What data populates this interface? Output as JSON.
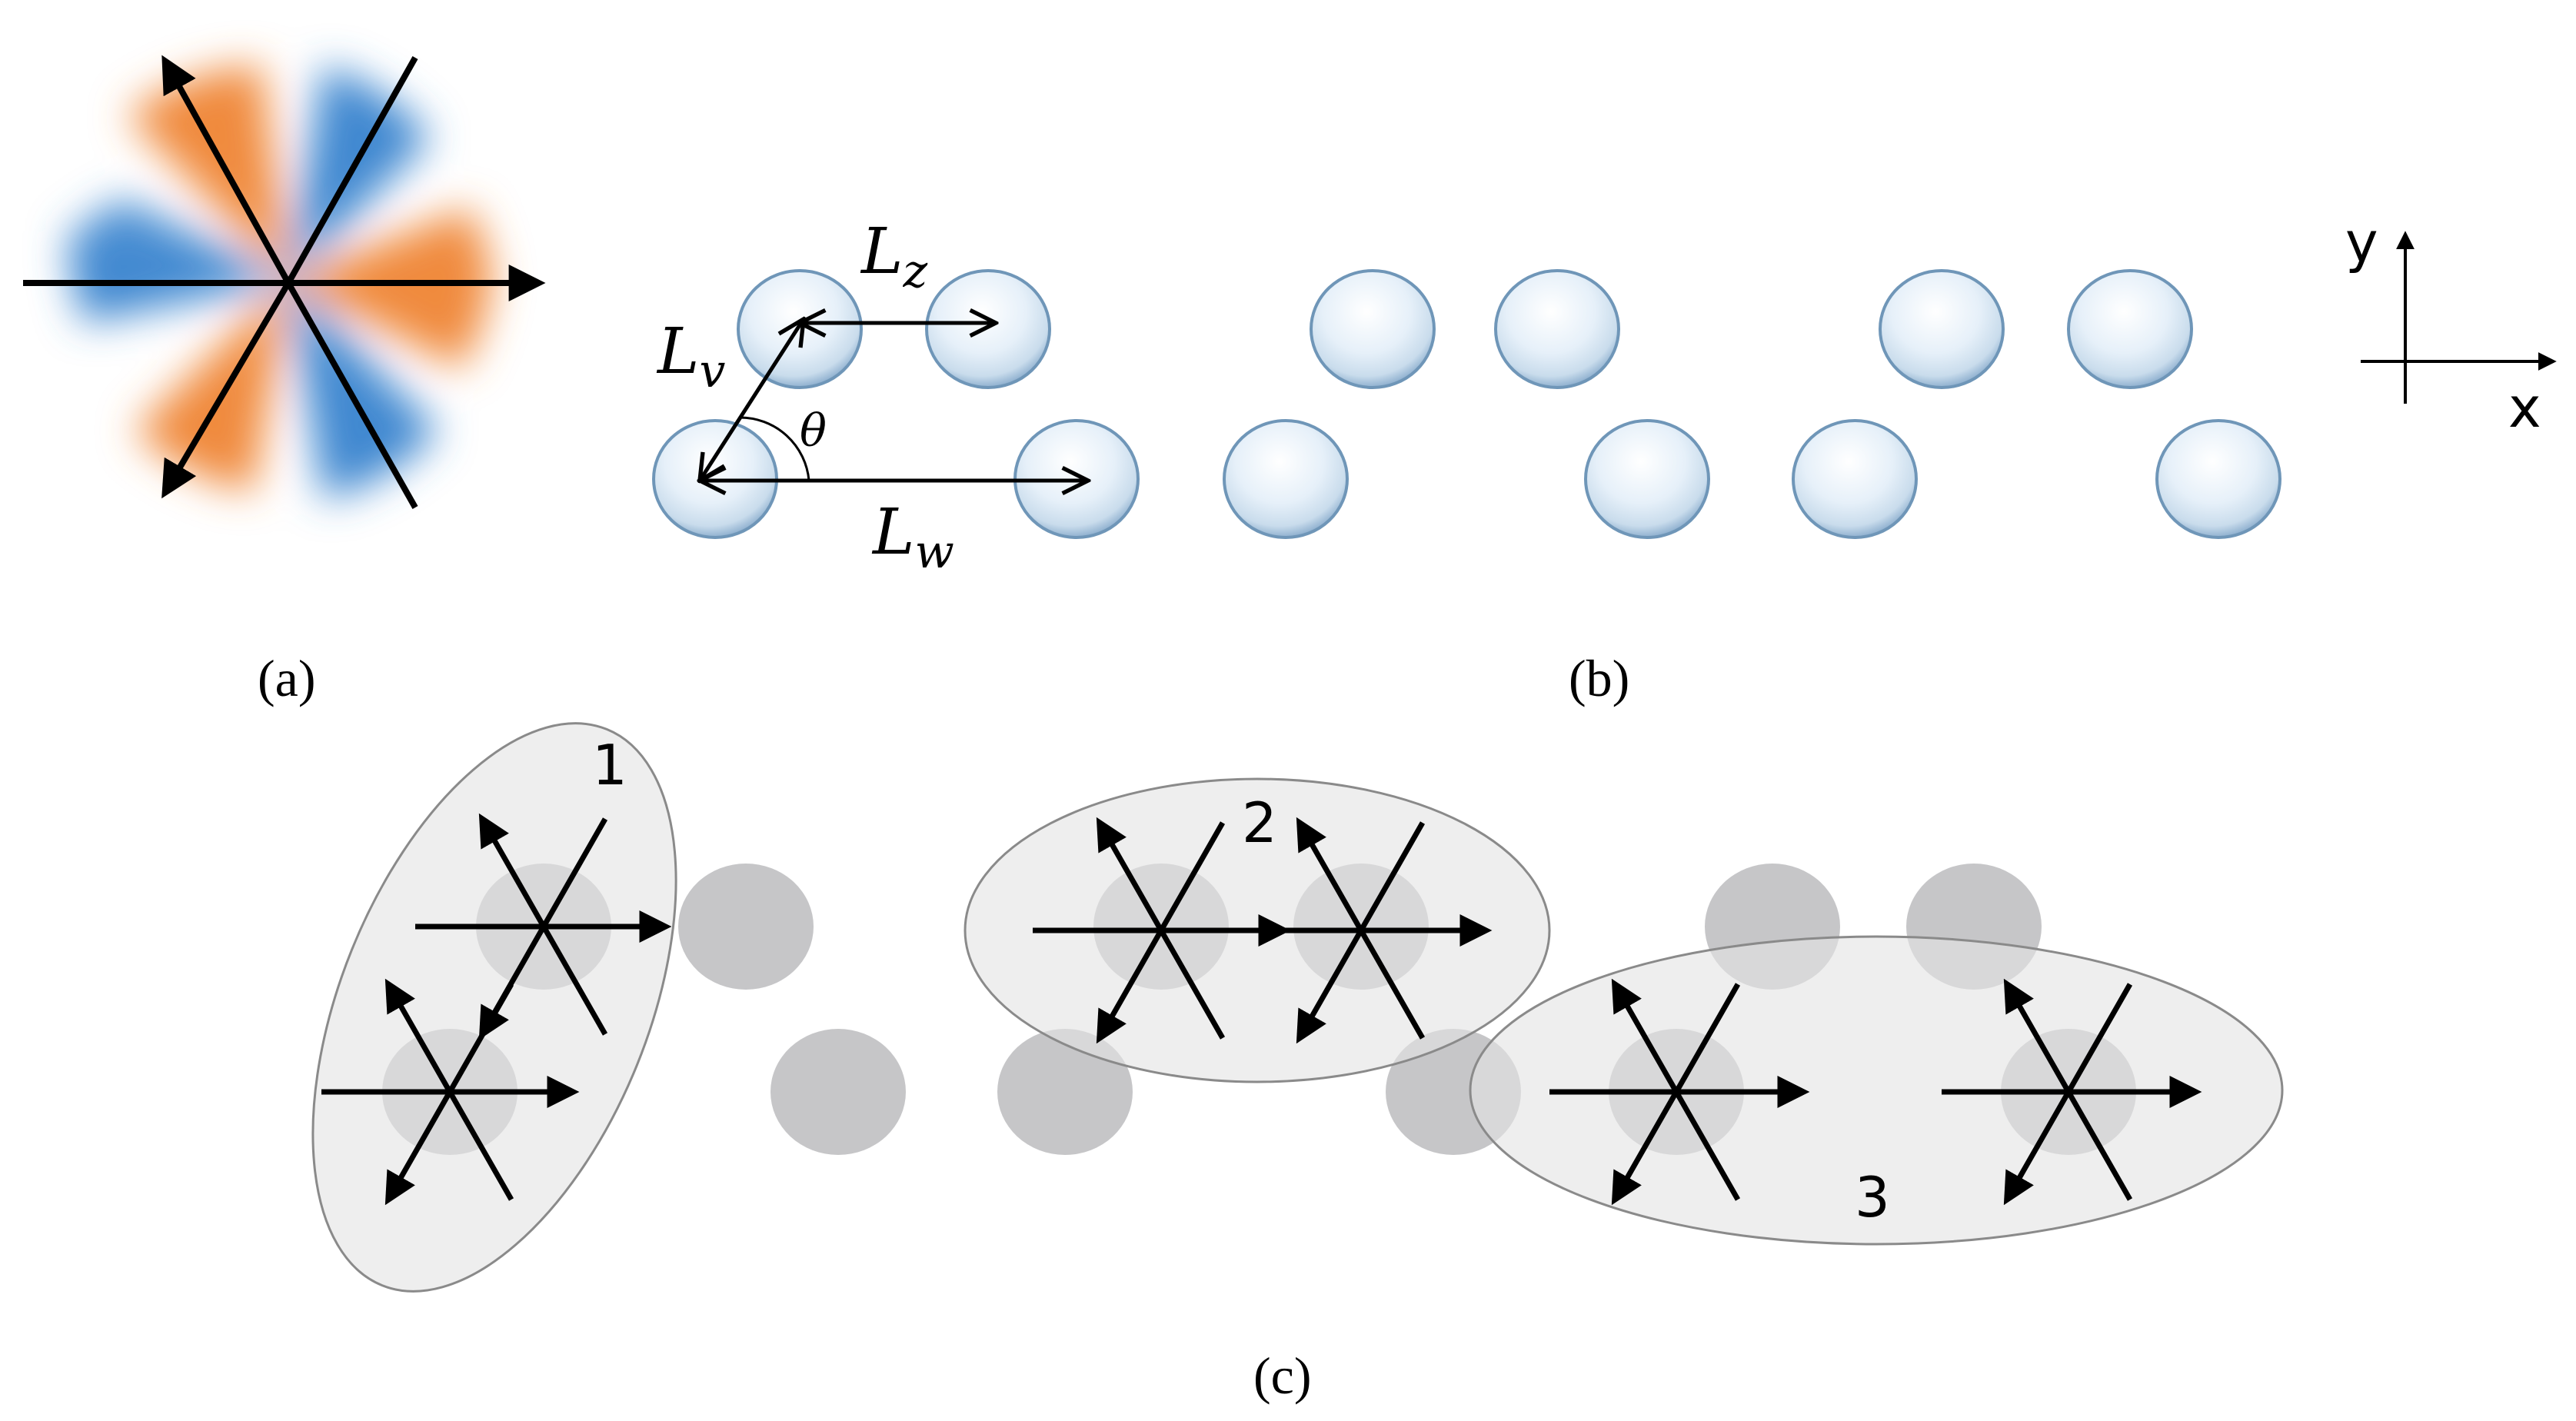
{
  "panels": {
    "a": {
      "label": "(a)"
    },
    "b": {
      "label": "(b)",
      "lz": {
        "main": "L",
        "sub": "z"
      },
      "lv": {
        "main": "L",
        "sub": "v"
      },
      "lw": {
        "main": "L",
        "sub": "w"
      },
      "theta": "θ",
      "axis_x": "x",
      "axis_y": "y"
    },
    "c": {
      "label": "(c)",
      "group_labels": [
        "1",
        "2",
        "3"
      ]
    }
  },
  "colors": {
    "lobe_orange": "#f08a3c",
    "lobe_blue": "#3f88d0",
    "sphere_edge": "#6f96b8",
    "sphere_fill": "#eaf3fb",
    "disc_gray": "#c6c6c8",
    "ellipse_fill": "#e4e4e4",
    "ellipse_stroke": "#8a8a8a"
  }
}
